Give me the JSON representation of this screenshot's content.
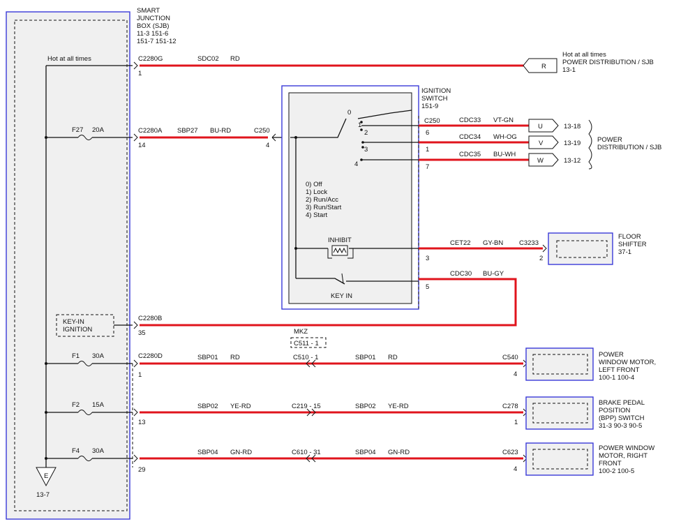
{
  "sjb": {
    "title1": "SMART",
    "title2": "JUNCTION",
    "title3": "BOX (SJB)",
    "ref1": "11-3     151-6",
    "ref2": "151-7   151-12",
    "hot_label": "Hot at all times",
    "ground_label": "E",
    "ground_ref": "13-7",
    "keyin_label1": "KEY-IN",
    "keyin_label2": "IGNITION"
  },
  "fuses": [
    {
      "name": "F27",
      "amps": "20A"
    },
    {
      "name": "F1",
      "amps": "30A"
    },
    {
      "name": "F2",
      "amps": "15A"
    },
    {
      "name": "F4",
      "amps": "30A"
    }
  ],
  "connectors": {
    "c2280g": {
      "name": "C2280G",
      "pin": "1"
    },
    "c2280a": {
      "name": "C2280A",
      "pin": "14"
    },
    "c2280b": {
      "name": "C2280B",
      "pin": "35"
    },
    "c2280d": {
      "name": "C2280D",
      "pin1": "1",
      "pin2": "13",
      "pin3": "29"
    },
    "c250_left": {
      "name": "C250",
      "pin": "4"
    },
    "c250_right": {
      "name": "C250"
    },
    "c3233": {
      "name": "C3233",
      "pin": "2"
    },
    "c540": {
      "name": "C540",
      "pin": "4"
    },
    "c278": {
      "name": "C278",
      "pin": "1"
    },
    "c623": {
      "name": "C623",
      "pin": "4"
    },
    "c510": "C510 - 1",
    "c219": "C219 - 15",
    "c610": "C610 - 31",
    "mkz": "MKZ",
    "c511": "C511 - 1"
  },
  "wires": {
    "sdc02": {
      "circuit": "SDC02",
      "color": "RD"
    },
    "sbp27": {
      "circuit": "SBP27",
      "color": "BU-RD"
    },
    "cdc33": {
      "circuit": "CDC33",
      "color": "VT-GN",
      "pin": "6"
    },
    "cdc34": {
      "circuit": "CDC34",
      "color": "WH-OG",
      "pin": "1"
    },
    "cdc35": {
      "circuit": "CDC35",
      "color": "BU-WH",
      "pin": "7"
    },
    "cet22": {
      "circuit": "CET22",
      "color": "GY-BN",
      "pin": "3"
    },
    "cdc30": {
      "circuit": "CDC30",
      "color": "BU-GY",
      "pin": "5"
    },
    "sbp01": {
      "circuit": "SBP01",
      "color": "RD"
    },
    "sbp02": {
      "circuit": "SBP02",
      "color": "YE-RD"
    },
    "sbp04": {
      "circuit": "SBP04",
      "color": "GN-RD"
    }
  },
  "power_dist": {
    "hot_label": "Hot at all times",
    "title": "POWER DISTRIBUTION / SJB",
    "ref": "13-1",
    "r_tag": "R",
    "group_title1": "POWER",
    "group_title2": "DISTRIBUTION / SJB",
    "u_tag": "U",
    "u_ref": "13-18",
    "v_tag": "V",
    "v_ref": "13-19",
    "w_tag": "W",
    "w_ref": "13-12"
  },
  "ignition": {
    "title1": "IGNITION",
    "title2": "SWITCH",
    "ref": "151-9",
    "pos0": "0",
    "pos1": "1",
    "pos2": "2",
    "pos3": "3",
    "pos4": "4",
    "legend": [
      "0) Off",
      "1) Lock",
      "2) Run/Acc",
      "3) Run/Start",
      "4) Start"
    ],
    "inhibit": "INHIBIT",
    "keyin": "KEY IN"
  },
  "components": {
    "floor_shifter": {
      "lines": [
        "FLOOR",
        "SHIFTER",
        "37-1"
      ]
    },
    "pwm_left": {
      "lines": [
        "POWER",
        "WINDOW MOTOR,",
        "LEFT FRONT",
        "100-1    100-4"
      ]
    },
    "bpp": {
      "lines": [
        "BRAKE PEDAL",
        "POSITION",
        "(BPP) SWITCH",
        "31-3    90-3    90-5"
      ]
    },
    "pwm_right": {
      "lines": [
        "POWER WINDOW",
        "MOTOR, RIGHT",
        "FRONT",
        "100-2    100-5"
      ]
    }
  },
  "colors": {
    "wire_red": "#e0141c",
    "box_blue": "#3a3ad8",
    "panel_gray": "#f0f0f0"
  }
}
